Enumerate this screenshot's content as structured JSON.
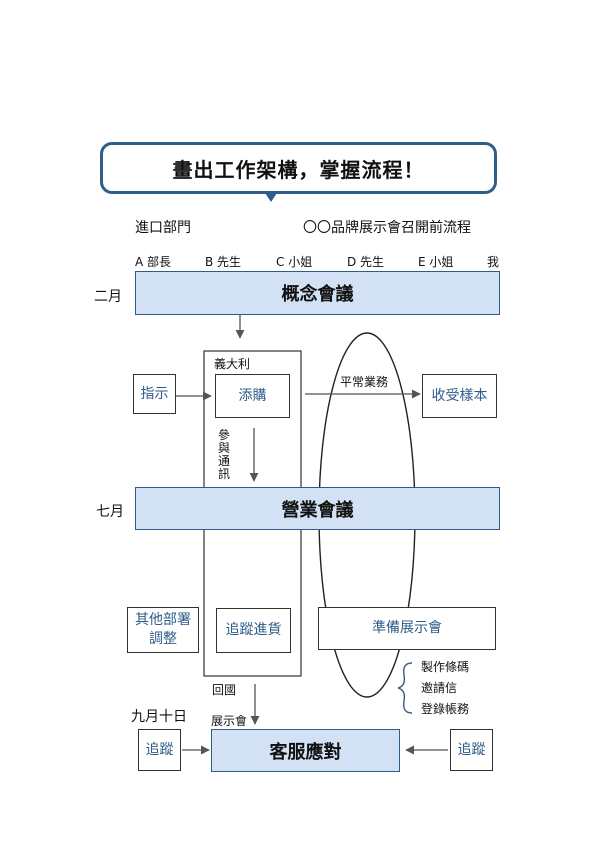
{
  "title": "畫出工作架構，掌握流程！",
  "department": "進口部門",
  "process_name": "〇〇品牌展示會召開前流程",
  "people": [
    "A 部長",
    "B 先生",
    "C 小姐",
    "D 先生",
    "E 小姐",
    "我"
  ],
  "months": {
    "feb": "二月",
    "jul": "七月",
    "sep10": "九月十日"
  },
  "meetings": {
    "concept": "概念會議",
    "business": "營業會議",
    "customer": "客服應對"
  },
  "boxes": {
    "instruct": "指示",
    "purchase": "添購",
    "receive_samples": "收受樣本",
    "other_dept_line1": "其他部署",
    "other_dept_line2": "調整",
    "track_goods": "追蹤進貨",
    "prepare_exhibition": "準備展示會",
    "follow_up_left": "追蹤",
    "follow_up_right": "追蹤"
  },
  "labels": {
    "italy": "義大利",
    "daily_work": "平常業務",
    "participate": "參與通訊",
    "return_home": "回國",
    "exhibition": "展示會"
  },
  "prep_tasks": [
    "製作條碼",
    "邀請信",
    "登錄帳務"
  ],
  "colors": {
    "accent": "#2f5d8a",
    "band_fill": "#d3e1f4"
  }
}
